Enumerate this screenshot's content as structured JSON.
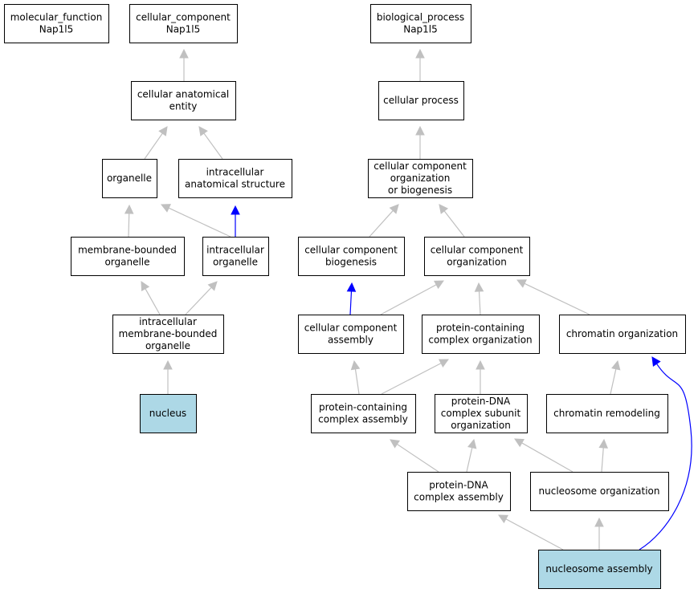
{
  "colors": {
    "highlight_fill": "#add8e6",
    "default_fill": "#ffffff",
    "edge_default": "#c0c0c0",
    "edge_highlight": "#0000ff"
  },
  "nodes": {
    "mf": {
      "lines": [
        "molecular_function",
        "Nap1l5"
      ],
      "highlighted": false
    },
    "cc": {
      "lines": [
        "cellular_component",
        "Nap1l5"
      ],
      "highlighted": false
    },
    "bp": {
      "lines": [
        "biological_process",
        "Nap1l5"
      ],
      "highlighted": false
    },
    "cae": {
      "lines": [
        "cellular anatomical",
        "entity"
      ],
      "highlighted": false
    },
    "cp": {
      "lines": [
        "cellular process"
      ],
      "highlighted": false
    },
    "org": {
      "lines": [
        "organelle"
      ],
      "highlighted": false
    },
    "ias": {
      "lines": [
        "intracellular",
        "anatomical structure"
      ],
      "highlighted": false
    },
    "ccob": {
      "lines": [
        "cellular component",
        "organization",
        "or biogenesis"
      ],
      "highlighted": false
    },
    "mbo": {
      "lines": [
        "membrane-bounded",
        "organelle"
      ],
      "highlighted": false
    },
    "io": {
      "lines": [
        "intracellular",
        "organelle"
      ],
      "highlighted": false
    },
    "ccb": {
      "lines": [
        "cellular component",
        "biogenesis"
      ],
      "highlighted": false
    },
    "cco": {
      "lines": [
        "cellular component",
        "organization"
      ],
      "highlighted": false
    },
    "imbo": {
      "lines": [
        "intracellular",
        "membrane-bounded",
        "organelle"
      ],
      "highlighted": false
    },
    "cca": {
      "lines": [
        "cellular component",
        "assembly"
      ],
      "highlighted": false
    },
    "pcco": {
      "lines": [
        "protein-containing",
        "complex organization"
      ],
      "highlighted": false
    },
    "chro": {
      "lines": [
        "chromatin organization"
      ],
      "highlighted": false
    },
    "nuc": {
      "lines": [
        "nucleus"
      ],
      "highlighted": true
    },
    "pcca": {
      "lines": [
        "protein-containing",
        "complex assembly"
      ],
      "highlighted": false
    },
    "pdcso": {
      "lines": [
        "protein-DNA",
        "complex subunit",
        "organization"
      ],
      "highlighted": false
    },
    "chrr": {
      "lines": [
        "chromatin remodeling"
      ],
      "highlighted": false
    },
    "pdca": {
      "lines": [
        "protein-DNA",
        "complex assembly"
      ],
      "highlighted": false
    },
    "nucorg": {
      "lines": [
        "nucleosome organization"
      ],
      "highlighted": false
    },
    "nucasm": {
      "lines": [
        "nucleosome assembly"
      ],
      "highlighted": true
    }
  },
  "edges": [
    {
      "from": "cae",
      "to": "cc",
      "highlight": false
    },
    {
      "from": "org",
      "to": "cae",
      "highlight": false
    },
    {
      "from": "ias",
      "to": "cae",
      "highlight": false
    },
    {
      "from": "mbo",
      "to": "org",
      "highlight": false
    },
    {
      "from": "io",
      "to": "org",
      "highlight": false
    },
    {
      "from": "io",
      "to": "ias",
      "highlight": true
    },
    {
      "from": "imbo",
      "to": "mbo",
      "highlight": false
    },
    {
      "from": "imbo",
      "to": "io",
      "highlight": false
    },
    {
      "from": "nuc",
      "to": "imbo",
      "highlight": false
    },
    {
      "from": "cp",
      "to": "bp",
      "highlight": false
    },
    {
      "from": "ccob",
      "to": "cp",
      "highlight": false
    },
    {
      "from": "ccb",
      "to": "ccob",
      "highlight": false
    },
    {
      "from": "cco",
      "to": "ccob",
      "highlight": false
    },
    {
      "from": "cca",
      "to": "ccb",
      "highlight": true
    },
    {
      "from": "cca",
      "to": "cco",
      "highlight": false
    },
    {
      "from": "pcco",
      "to": "cco",
      "highlight": false
    },
    {
      "from": "chro",
      "to": "cco",
      "highlight": false
    },
    {
      "from": "pcca",
      "to": "cca",
      "highlight": false
    },
    {
      "from": "pcca",
      "to": "pcco",
      "highlight": false
    },
    {
      "from": "pdcso",
      "to": "pcco",
      "highlight": false
    },
    {
      "from": "chrr",
      "to": "chro",
      "highlight": false
    },
    {
      "from": "pdca",
      "to": "pcca",
      "highlight": false
    },
    {
      "from": "pdca",
      "to": "pdcso",
      "highlight": false
    },
    {
      "from": "nucorg",
      "to": "pdcso",
      "highlight": false
    },
    {
      "from": "nucorg",
      "to": "chrr",
      "highlight": false
    },
    {
      "from": "nucasm",
      "to": "pdca",
      "highlight": false
    },
    {
      "from": "nucasm",
      "to": "nucorg",
      "highlight": false
    },
    {
      "from": "nucasm",
      "to": "chro",
      "highlight": true
    }
  ]
}
